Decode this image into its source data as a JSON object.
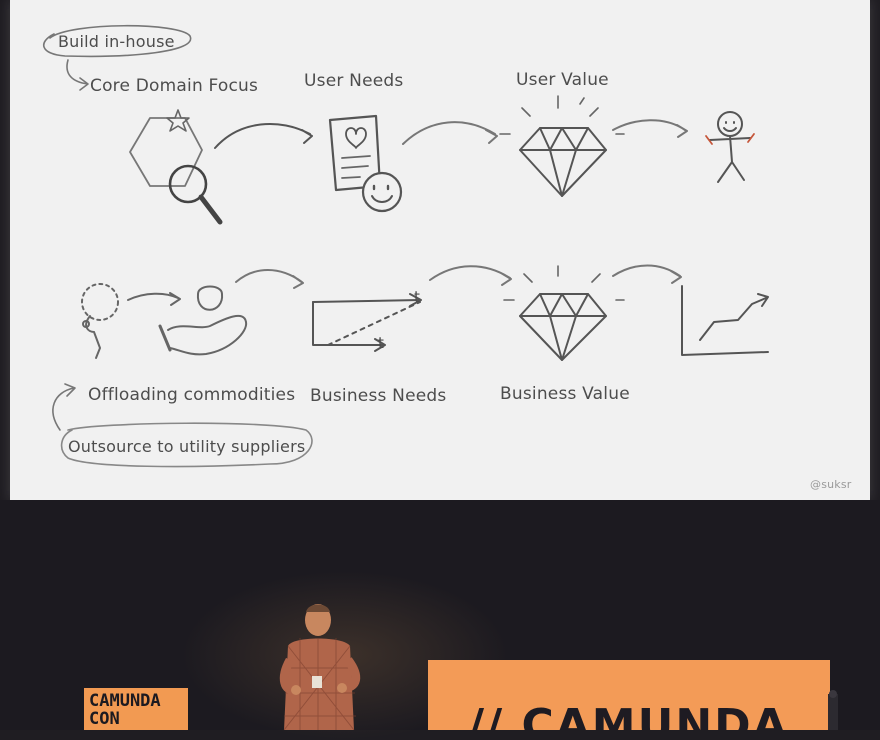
{
  "slide": {
    "build_in_house": "Build in-house",
    "core_domain_focus": "Core Domain Focus",
    "user_needs": "User Needs",
    "user_value": "User Value",
    "offloading_commodities": "Offloading commodities",
    "business_needs": "Business Needs",
    "business_value": "Business Value",
    "outsource": "Outsource to utility suppliers",
    "handle": "@suksr",
    "axis_t1": "t",
    "axis_t2": "t"
  },
  "stage": {
    "logo_line1": "CAMUNDA",
    "logo_line2": "CON",
    "banner_text": "// CAMUNDA"
  },
  "colors": {
    "screen": "#f1f1f1",
    "stage": "#1c1a20",
    "banner": "#f39b57"
  }
}
